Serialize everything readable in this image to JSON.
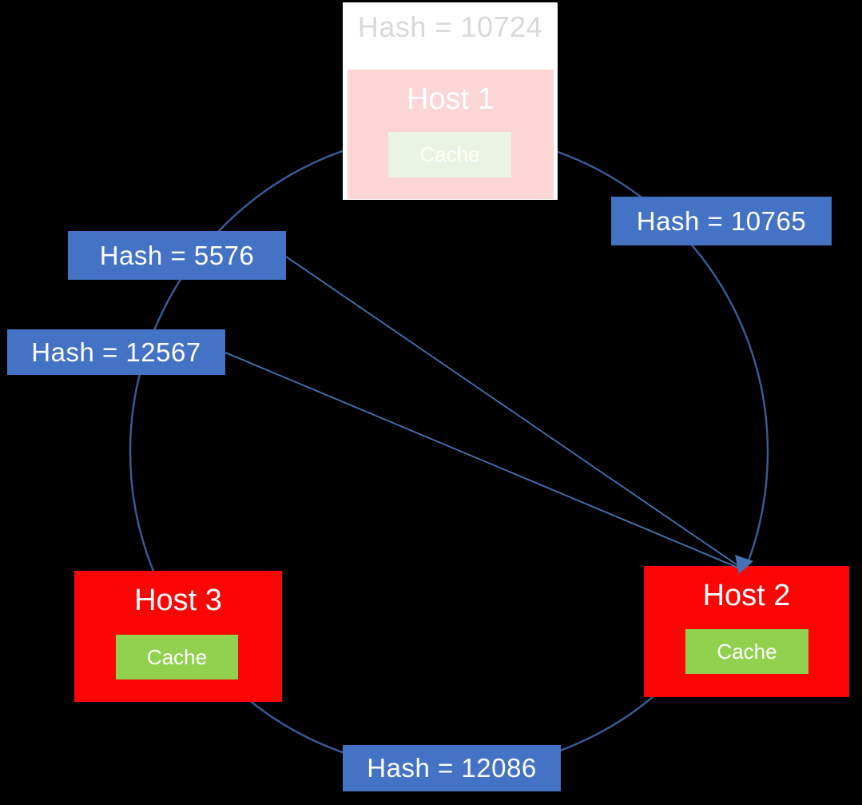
{
  "diagram_type": "consistent-hashing-ring",
  "colors": {
    "background": "#000000",
    "label_blue": "#4472C4",
    "ring_blue": "#3A5C99",
    "arrow_blue": "#4673B4",
    "host_red": "#FB0505",
    "cache_green": "#92D050",
    "removed_host_pink": "#FCD5D5",
    "removed_cache_green": "#EBF4E2",
    "removed_hash_gray": "#D9D9D9",
    "text_white": "#FFFFFF"
  },
  "ring_labels": {
    "top_removed": "Hash = 10724",
    "right": "Hash = 10765",
    "upper_left": "Hash = 5576",
    "left": "Hash = 12567",
    "bottom": "Hash = 12086"
  },
  "hosts": {
    "host1": {
      "name": "Host 1",
      "cache": "Cache",
      "state": "removed-faded"
    },
    "host2": {
      "name": "Host 2",
      "cache": "Cache",
      "state": "active"
    },
    "host3": {
      "name": "Host 3",
      "cache": "Cache",
      "state": "active"
    }
  }
}
